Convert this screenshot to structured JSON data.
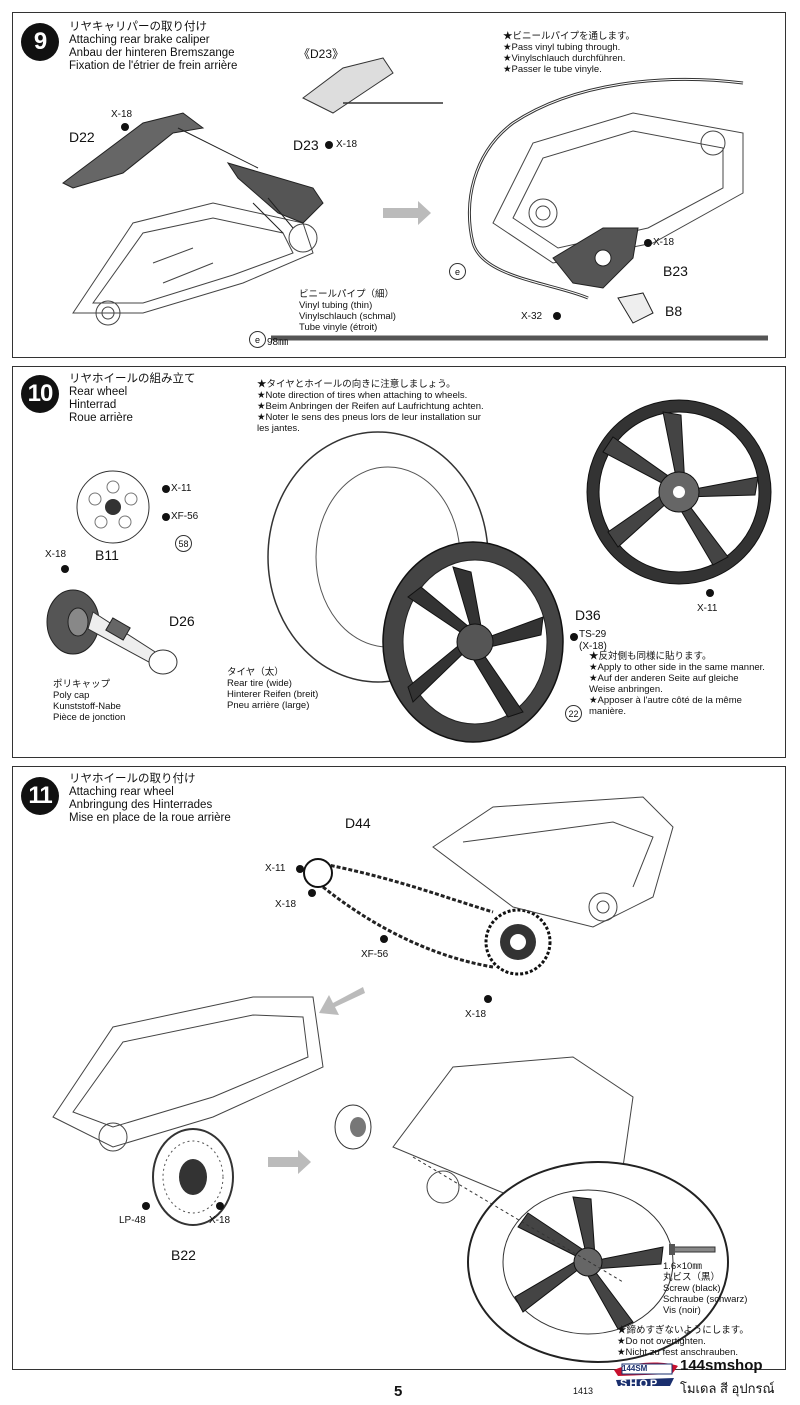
{
  "step9": {
    "number": "9",
    "title": [
      "リヤキャリパーの取り付け",
      "Attaching rear brake caliper",
      "Anbau der hinteren Bremszange",
      "Fixation de l'étrier de frein arrière"
    ],
    "d23_callout": "《D23》",
    "label_x18_a": "X-18",
    "label_d22": "D22",
    "label_d23": "D23",
    "label_x18_b": "X-18",
    "tube_note": [
      "★ビニールパイプを通します。",
      "★Pass vinyl tubing through.",
      "★Vinylschlauch durchführen.",
      "★Passer le tube vinyle."
    ],
    "label_x18_c": "X-18",
    "label_b23": "B23",
    "label_x32": "X-32",
    "label_b8": "B8",
    "label_e": "e",
    "tube_desc": [
      "ビニールパイプ（細）",
      "Vinyl tubing (thin)",
      "Vinylschlauch (schmal)",
      "Tube vinyle (étroit)"
    ],
    "tube_ref": "e",
    "tube_length": "98㎜"
  },
  "step10": {
    "number": "10",
    "title": [
      "リヤホイールの組み立て",
      "Rear wheel",
      "Hinterrad",
      "Roue arrière"
    ],
    "tire_note": [
      "★タイヤとホイールの向きに注意しましょう。",
      "★Note direction of tires when attaching to wheels.",
      "★Beim Anbringen der Reifen auf Laufrichtung achten.",
      "★Noter le sens des pneus lors de leur installation sur",
      "les jantes."
    ],
    "label_x11": "X-11",
    "label_xf56": "XF-56",
    "ref_58": "58",
    "label_x18": "X-18",
    "label_b11": "B11",
    "label_d26": "D26",
    "polycap": [
      "ポリキャップ",
      "Poly cap",
      "Kunststoff-Nabe",
      "Pièce de jonction"
    ],
    "tire_desc": [
      "タイヤ（太）",
      "Rear tire (wide)",
      "Hinterer Reifen (breit)",
      "Pneu arrière (large)"
    ],
    "label_d36": "D36",
    "label_ts29": "TS-29",
    "label_ts29_sub": "(X-18)",
    "ref_22": "22",
    "label_x11_b": "X-11",
    "other_side_note": [
      "★反対側も同様に貼ります。",
      "★Apply to other side in the same manner.",
      "★Auf der anderen Seite auf gleiche",
      "Weise anbringen.",
      "★Apposer à l'autre côté de la même",
      "manière."
    ]
  },
  "step11": {
    "number": "11",
    "title": [
      "リヤホイールの取り付け",
      "Attaching rear wheel",
      "Anbringung des Hinterrades",
      "Mise en place de la roue arrière"
    ],
    "label_d44": "D44",
    "label_x11": "X-11",
    "label_x18_a": "X-18",
    "label_xf56": "XF-56",
    "label_x18_b": "X-18",
    "label_lp48": "LP-48",
    "label_x18_c": "X-18",
    "label_b22": "B22",
    "screw": [
      "1.6×10㎜",
      "丸ビス（黒）",
      "Screw (black)",
      "Schraube (schwarz)",
      "Vis (noir)"
    ],
    "overtighten": [
      "★締めすぎないようにします。",
      "★Do not overtighten.",
      "★Nicht zu fest anschrauben."
    ]
  },
  "footer": {
    "page": "5",
    "code": "1413",
    "logo_text": "144SM",
    "logo_shop": "SHOP",
    "shop_name": "144smshop",
    "shop_sub": "โมเดล สี อุปกรณ์"
  }
}
